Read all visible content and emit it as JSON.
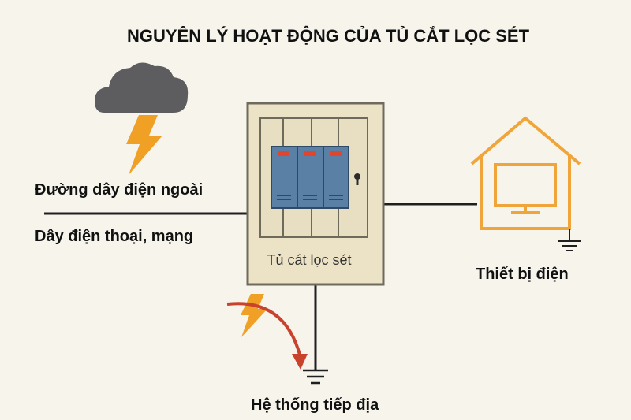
{
  "title": "NGUYÊN LÝ HOẠT ĐỘNG CỦA TỦ CẮT LỌC SÉT",
  "labels": {
    "outer_line": "Đường dây điện ngoài",
    "phone_line": "Dây điện thoại, mạng",
    "cabinet": "Tủ cát lọc sét",
    "device": "Thiết bị điện",
    "ground": "Hệ thống tiếp địa"
  },
  "colors": {
    "background": "#f7f4ec",
    "cabinet_fill": "#ece3c7",
    "cabinet_stroke": "#6e6a5c",
    "module_fill": "#5a80a6",
    "module_indicator": "#e0452d",
    "lightning": "#f0a024",
    "cloud": "#5d5d5f",
    "house": "#f0a53a",
    "arrow": "#c9422c",
    "wire": "#1f1f1f"
  },
  "icons": {
    "cloud": "storm-cloud-icon",
    "bolt": "lightning-bolt-icon",
    "house": "house-icon",
    "tv": "tv-icon",
    "ground": "ground-symbol-icon",
    "arrow": "curved-arrow-icon"
  }
}
